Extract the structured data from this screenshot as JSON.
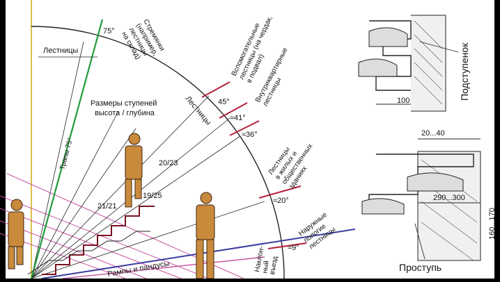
{
  "arc_labels": {
    "stairs_top": "Лестницы",
    "stairs_mid": "Лестницы",
    "ladders": "Стремянки (например, лестницы на склад)",
    "ladders_lines": [
      "Стремянки",
      "(например,",
      "лестницы",
      "на склад)"
    ],
    "aux": [
      "Вспомогательные",
      "лестницы (на чердак,",
      "в подвал)"
    ],
    "intra": [
      "Внутриквартирные",
      "лестницы"
    ],
    "public": [
      "Лестницы",
      "в жилых  и",
      "общественных",
      "зданиях"
    ],
    "outdoor": [
      "Наружные",
      "пологие",
      "лестницы"
    ],
    "inclined": [
      "Наклон-",
      "ный",
      "въезд"
    ],
    "ramps": "Рампы  и  пандусы",
    "ladder75": "Трапы 75°"
  },
  "angles": {
    "a75": "75°",
    "a45": "45°",
    "a41": "≈41°",
    "a36": "≈36°",
    "a20": "≈20°",
    "a9": "≈9°"
  },
  "step_sizes": {
    "title": [
      "Размеры ступеней",
      "высота / глубина"
    ],
    "r1": "20/23",
    "r2": "21/21",
    "r3": "19/25"
  },
  "right_panel": {
    "riser": "Подступенок",
    "tread": "Проступь",
    "dim100": "100",
    "dim2040": "20...40",
    "dim290": "290...300",
    "dim160": "160...170"
  },
  "colors": {
    "ladder_line": "#1f9b3b",
    "arc_marks": "#b3203a",
    "ramp_line": "#3a3aa0",
    "pink_lines": "#c74f9e",
    "wall": "#d9c247"
  }
}
